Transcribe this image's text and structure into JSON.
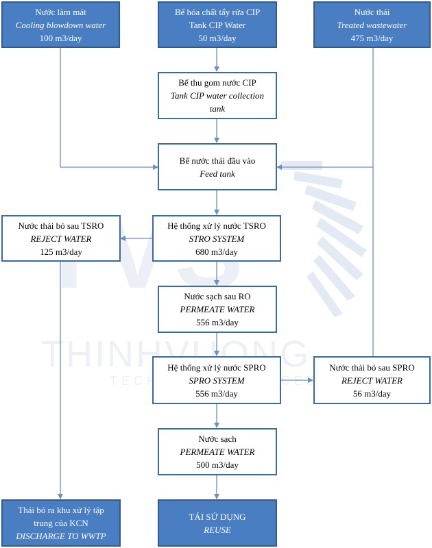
{
  "watermark": {
    "logo_letters": "TVS",
    "company": "THINHVUONG",
    "tagline": "TECHNICAL SERVICES"
  },
  "nodes": {
    "cooling": {
      "vi": "Nước làm mát",
      "en": "Cooling blowdown water",
      "flow": "100 m3/day"
    },
    "cip_chem": {
      "vi": "Bể hóa chất tẩy rửa CIP",
      "en": "Tank CIP Water",
      "flow": "50 m3/day"
    },
    "wastewater": {
      "vi": "Nước thải",
      "en": "Treated wastewater",
      "flow": "475 m3/day"
    },
    "cip_collect": {
      "vi": "Bể thu gom nước CIP",
      "en_line1": "Tank CIP water collection",
      "en_line2": "tank"
    },
    "feed": {
      "vi": "Bể nước thải đầu vào",
      "en": "Feed tank"
    },
    "tsro_reject": {
      "vi": "Nước thải bỏ sau TSRO",
      "en": "REJECT WATER",
      "flow": "125 m3/day"
    },
    "tsro": {
      "vi": "Hệ thống xử lý nước TSRO",
      "en": "STRO SYSTEM",
      "flow": "680 m3/day"
    },
    "ro_permeate": {
      "vi": "Nước sạch sau RO",
      "en": "PERMEATE WATER",
      "flow": "556 m3/day"
    },
    "spro": {
      "vi": "Hệ thống xử lý nước SPRO",
      "en": "SPRO SYSTEM",
      "flow": "556 m3/day"
    },
    "spro_reject": {
      "vi": "Nước thải bỏ sau SPRO",
      "en": "REJECT WATER",
      "flow": "56 m3/day"
    },
    "clean": {
      "vi": "Nước sạch",
      "en": "PERMEATE WATER",
      "flow": "500 m3/day"
    },
    "discharge": {
      "vi_line1": "Thải bỏ ra khu xử lý tập",
      "vi_line2": "trung của KCN",
      "en": "DISCHARGE TO WWTP"
    },
    "reuse": {
      "vi": "TÁI SỬ DỤNG",
      "en": "REUSE"
    }
  },
  "colors": {
    "fill": "#4a7ec2",
    "border": "#3a6aa5",
    "line": "#6b8fc2",
    "watermark": "#dfe5ef"
  }
}
